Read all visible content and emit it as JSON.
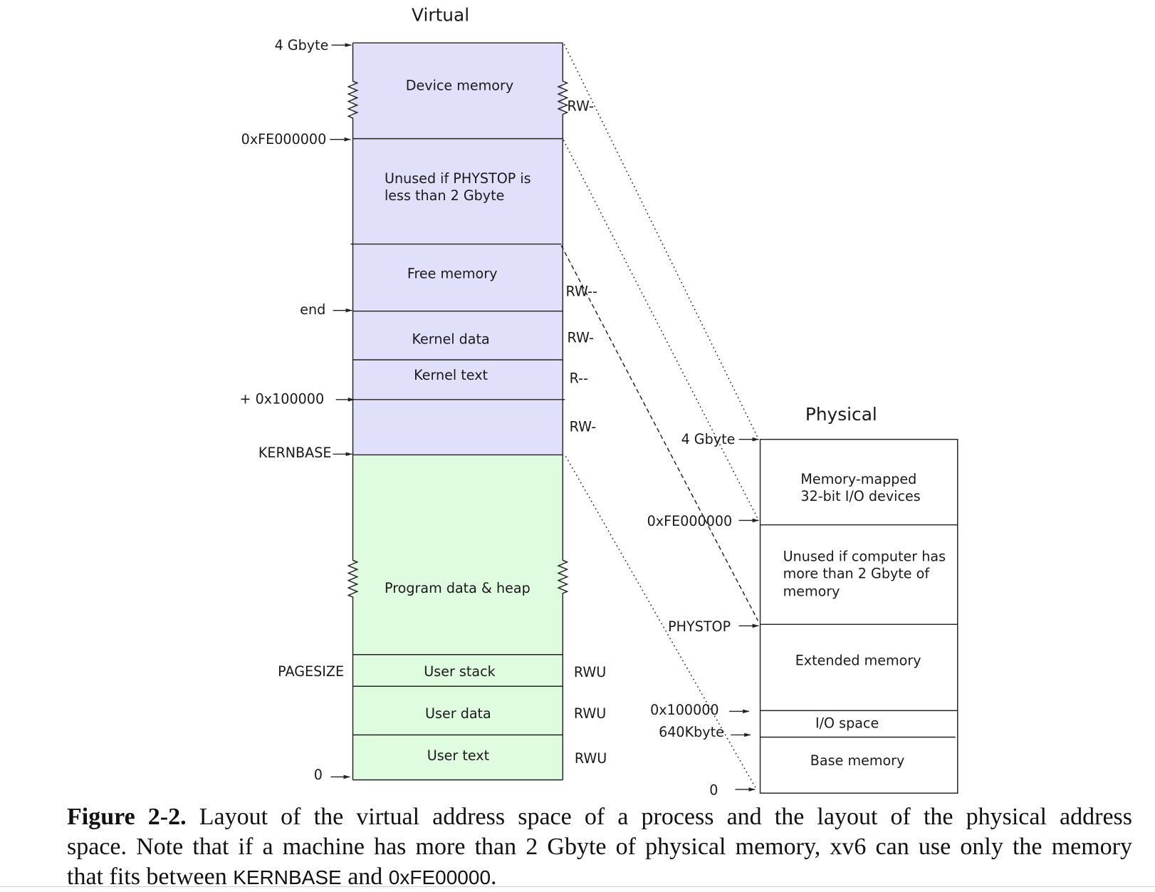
{
  "virtual": {
    "title": "Virtual",
    "kernel_fill": "#e0e0fa",
    "user_fill": "#e0fce0",
    "regions": {
      "device_memory": "Device memory",
      "unused_line1": "Unused if PHYSTOP is",
      "unused_line2": "less than 2 Gbyte",
      "free_memory": "Free memory",
      "kernel_data": "Kernel data",
      "kernel_text": "Kernel text",
      "program_heap": "Program data & heap",
      "user_stack": "User stack",
      "user_data": "User data",
      "user_text": "User text"
    },
    "addresses": {
      "top": "4 Gbyte",
      "devspace": "0xFE000000",
      "end": "end",
      "extmem": "+ 0x100000",
      "kernbase": "KERNBASE",
      "pagesize": "PAGESIZE",
      "zero": "0"
    },
    "permissions": [
      "RW-",
      "RW--",
      "RW-",
      "R--",
      "RW-",
      "RWU",
      "RWU",
      "RWU"
    ]
  },
  "physical": {
    "title": "Physical",
    "regions": {
      "mmio_line1": "Memory-mapped",
      "mmio_line2": "32-bit I/O devices",
      "unused_line1": "Unused if computer has",
      "unused_line2": "more than 2 Gbyte of",
      "unused_line3": "memory",
      "extended": "Extended memory",
      "io_space": "I/O space",
      "base": "Base memory"
    },
    "addresses": {
      "top": "4 Gbyte",
      "devspace": "0xFE000000",
      "phystop": "PHYSTOP",
      "extmem": "0x100000",
      "k640": "640Kbyte",
      "zero": "0"
    }
  },
  "caption": {
    "label": "Figure 2-2.",
    "line1": "Layout of the virtual address space of a process and the layout of the physical address",
    "line2": "space. Note that if a machine has more than 2 Gbyte of physical memory, xv6 can use only the memory",
    "line3_start": "that fits between",
    "kernbase": "KERNBASE",
    "line3_mid": "and",
    "devspace": "0xFE00000",
    "line3_end": "."
  }
}
